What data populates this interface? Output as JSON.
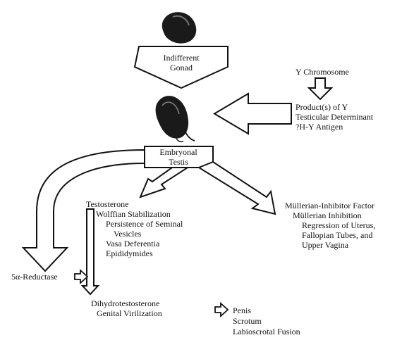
{
  "stages": {
    "indifferent_gonad": [
      "Indifferent",
      "Gonad"
    ],
    "embryonal_testis": [
      "Embryonal",
      "Testis"
    ]
  },
  "y_chromosome": {
    "title": "Y Chromosome",
    "products": [
      "Product(s) of Y",
      "Testicular Determinant",
      "?H-Y Antigen"
    ]
  },
  "testosterone_branch": {
    "title": "Testosterone",
    "sub": "Wolffian Stabilization",
    "items": [
      "Persistence of Seminal",
      "Vesicles",
      "Vasa Deferentia",
      "Epididymides"
    ]
  },
  "mullerian_branch": {
    "title": "Müllerian-Inhibitor Factor",
    "sub": "Müllerian Inhibition",
    "items": [
      "Regression of Uterus,",
      "Fallopian Tubes, and",
      "Upper Vagina"
    ]
  },
  "reductase": "5α-Reductase",
  "dht": {
    "title": "Dihydrotestosterone",
    "sub": "Genital Virilization"
  },
  "outcomes": [
    "Penis",
    "Scrotum",
    "Labioscrotal Fusion"
  ],
  "colors": {
    "ink": "#111111",
    "shape_fill": "#1a1a1a"
  }
}
